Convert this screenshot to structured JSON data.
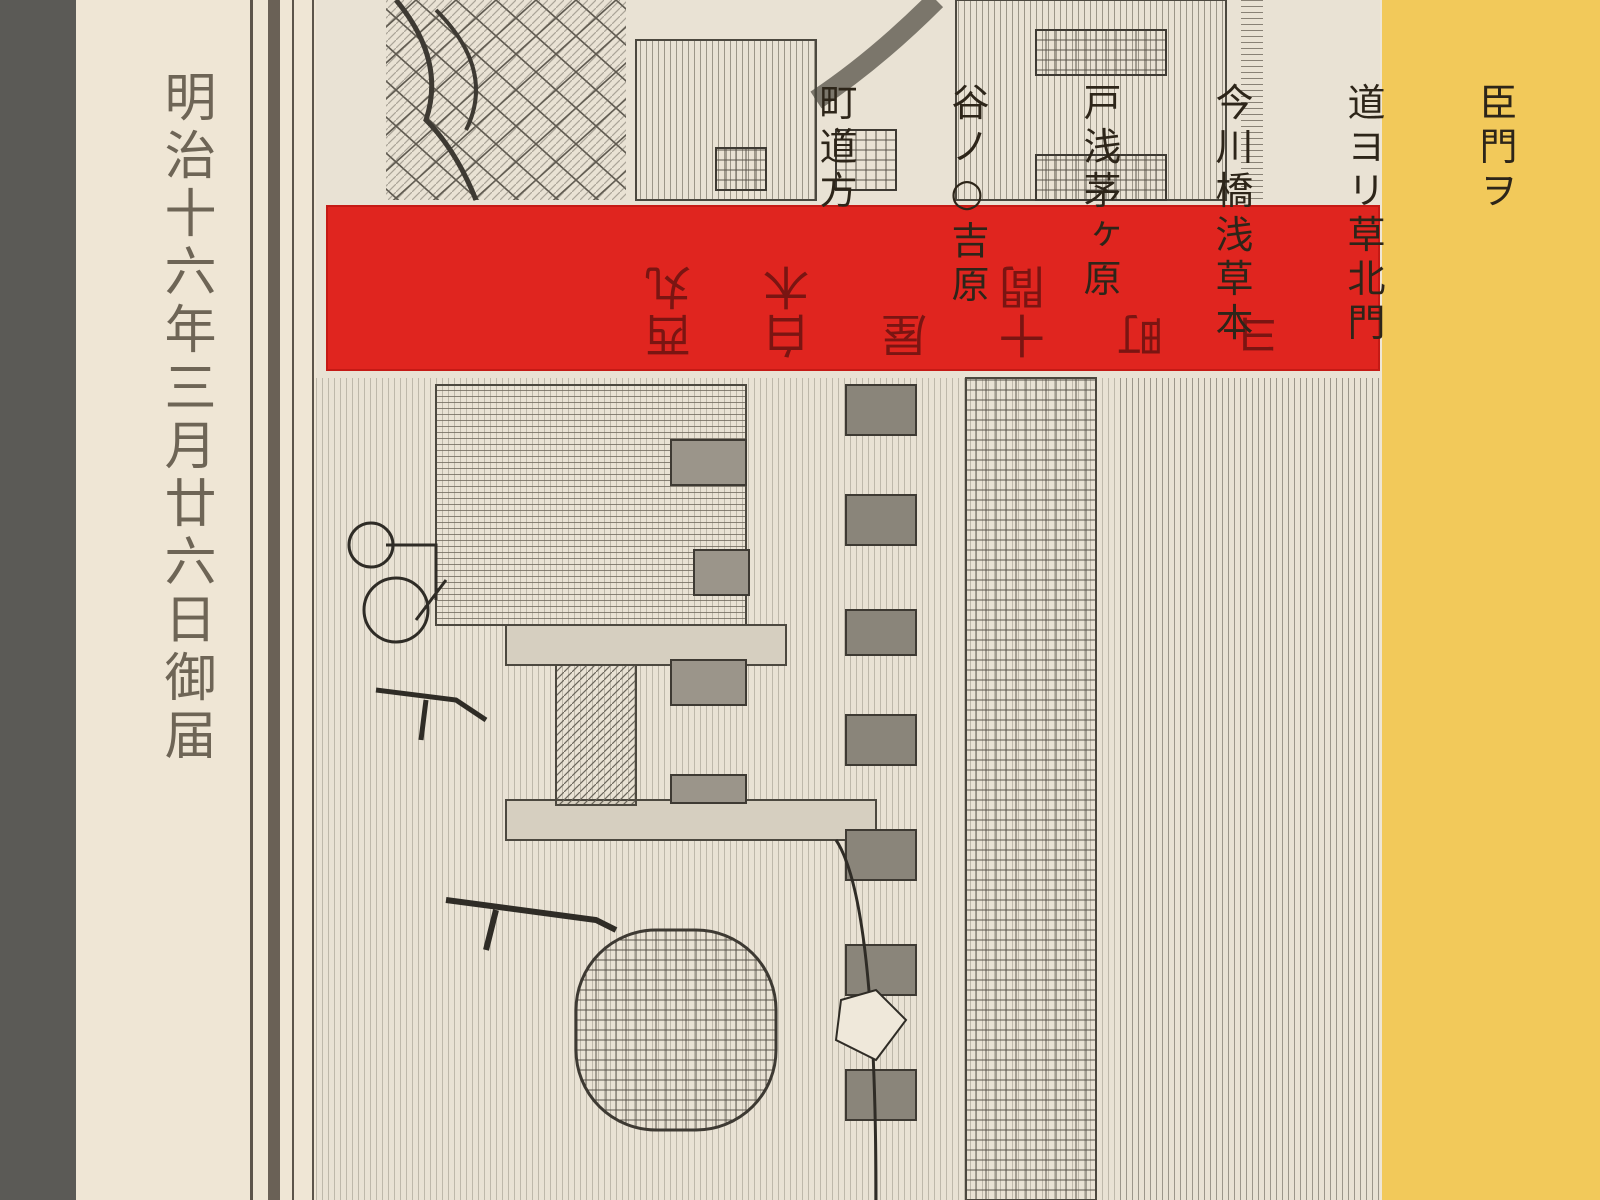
{
  "date_column": "明治十六年三月廿六日御届",
  "title_cartouche": {
    "lines": [
      "西丸",
      "白木屋",
      "十間",
      "町",
      "ヨ"
    ]
  },
  "notice": {
    "lines": [
      "臣門ヲ",
      "道ヨリ草北門",
      "今川橋浅草本",
      "戸浅茅ヶ原",
      "谷ノ○吉原",
      "町道方"
    ]
  },
  "colors": {
    "cartouche_red": "#e0251f",
    "notice_yellow": "#f2c95a",
    "paper": "#efe6d5",
    "ink": "#5c544a"
  }
}
